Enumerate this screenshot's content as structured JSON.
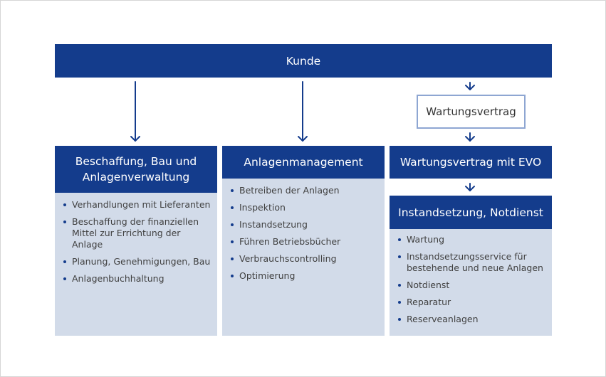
{
  "top": {
    "label": "Kunde"
  },
  "contract_box": {
    "label": "Wartungsvertrag"
  },
  "columns": [
    {
      "title": "Beschaffung, Bau und Anlagenverwaltung",
      "items": [
        "Verhandlungen mit Lieferanten",
        "Beschaffung der finanziellen Mittel zur Errichtung der Anlage",
        "Planung, Genehmigungen, Bau",
        "Anlagenbuchhaltung"
      ]
    },
    {
      "title": "Anlagenmanagement",
      "items": [
        "Betreiben der Anlagen",
        "Inspektion",
        "Instandsetzung",
        "Führen Betriebsbücher",
        "Verbrauchscontrolling",
        "Optimierung"
      ]
    },
    {
      "title": "Wartungsvertrag mit EVO",
      "subtitle": "Instandsetzung, Notdienst",
      "items": [
        "Wartung",
        "Instandsetzungsservice für bestehende und neue Anlagen",
        "Notdienst",
        "Reparatur",
        "Reserveanlagen"
      ]
    }
  ],
  "colors": {
    "dark_blue": "#143c8c",
    "panel_blue": "#d2dbe9",
    "outline_blue": "#8ea6d2"
  }
}
